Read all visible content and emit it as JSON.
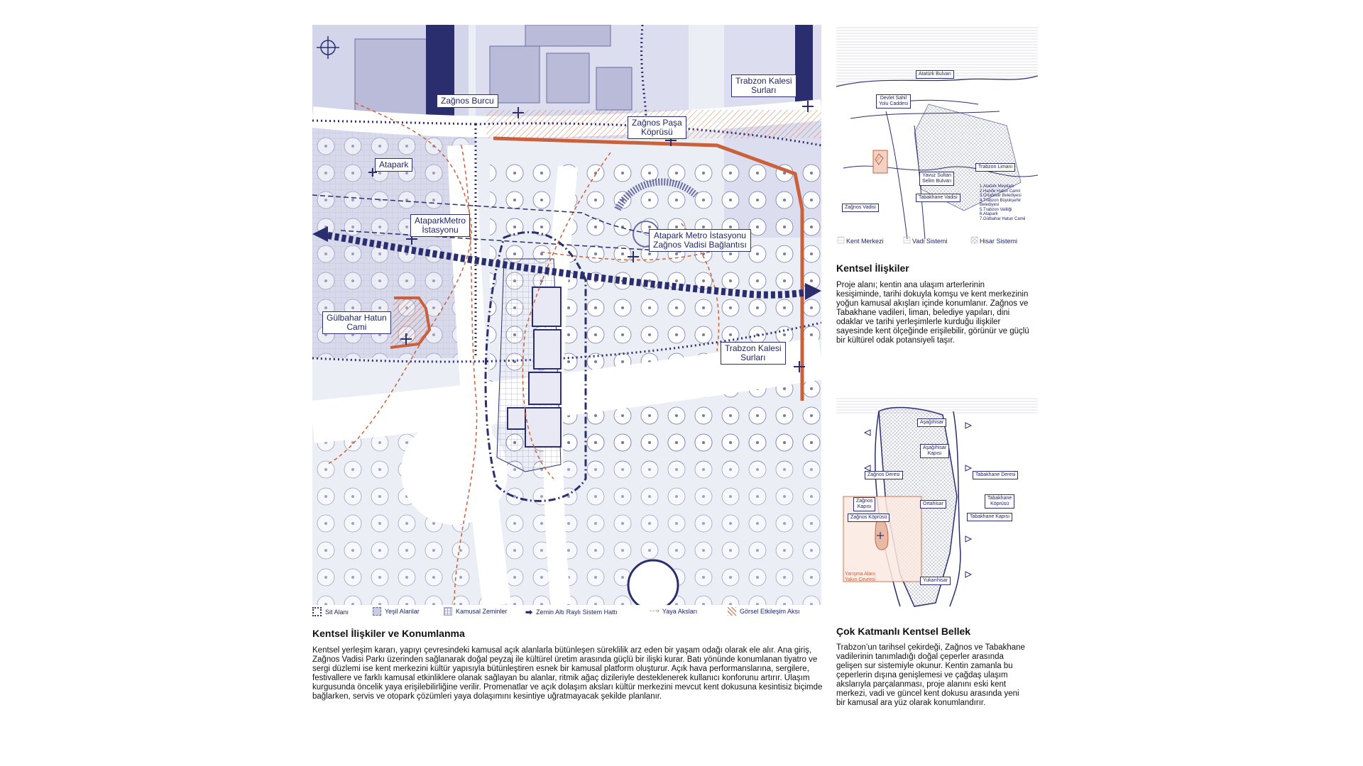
{
  "main_map": {
    "labels": {
      "zagnos_burcu": "Zağnos Burcu",
      "trabzon_kalesi_surlari_top": "Trabzon Kalesi\nSurları",
      "zagnos_pasa_koprusu": "Zağnos Paşa\nKöprüsü",
      "atapark": "Atapark",
      "atapark_metro": "AtaparkMetro\nİstasyonu",
      "metro_link": "Atapark Metro İstasyonu\nZağnos Vadisi Bağlantısı",
      "gulbahar": "Gülbahar Hatun\nCami",
      "trabzon_kalesi_surlari_right": "Trabzon Kalesi\nSurları"
    }
  },
  "legend": {
    "items": [
      {
        "label": "Sit Alanı",
        "icon": "dotted-square-icon"
      },
      {
        "label": "Yeşil Alanlar",
        "icon": "green-area-icon"
      },
      {
        "label": "Kamusal Zeminler",
        "icon": "grid-square-icon"
      },
      {
        "label": "Zemin Altı Raylı Sistem Hattı",
        "icon": "rail-arrow-icon"
      },
      {
        "label": "Yaya Aksları",
        "icon": "pedestrian-arrow-icon"
      },
      {
        "label": "Görsel Etkileşim Aksı",
        "icon": "hatch-square-icon"
      }
    ]
  },
  "left_text": {
    "heading": "Kentsel İlişkiler ve Konumlanma",
    "body": "Kentsel yerleşim kararı, yapıyı çevresindeki kamusal açık alanlarla bütünleşen süreklilik arz eden bir yaşam odağı olarak ele alır. Ana giriş, Zağnos Vadisi Parkı üzerinden sağlanarak doğal peyzaj ile kültürel üretim arasında güçlü bir ilişki kurar. Batı yönünde konumlanan tiyatro ve sergi düzlemi ise kent merkezini kültür yapısıyla bütünleştiren esnek bir kamusal platform oluşturur. Açık hava performanslarına, sergilere, festivallere ve farklı kamusal etkinliklere olanak sağlayan bu alanlar, ritmik ağaç dizileriyle desteklenerek kullanıcı konforunu artırır. Ulaşım kurgusunda öncelik yaya erişilebilirliğine verilir. Promenatlar ve açık dolaşım aksları kültür merkezini mevcut kent dokusuna kesintisiz biçimde bağlarken, servis ve otopark çözümleri yaya dolaşımını kesintiye uğratmayacak şekilde planlanır."
  },
  "top_right_map": {
    "labels": {
      "ataturk": "Atatürk Bulvarı",
      "devlet_sahil": "Devlet Sahil\nYolu Caddesi",
      "limani": "Trabzon Limanı",
      "yavuz": "Yavuz Sultan\nSelim Bulvarı",
      "tabakhane_vadisi": "Tabakhane Vadisi",
      "zagnos_vadisi": "Zağnos Vadisi"
    },
    "list": [
      "1.Atatürk Meydanı",
      "2.Hanife Hatun Camii",
      "3.Ortahisar Belediyesi",
      "4.Trabzon Büyükşehir",
      "Belediyesi",
      "5.Trabzon Valiliği",
      "6.Atapark",
      "7.Gülbahar Hatun Camii"
    ],
    "legend": [
      "Kent Merkezi",
      "Vadi Sistemi",
      "Hisar Sistemi"
    ]
  },
  "right_text_1": {
    "heading": "Kentsel İlişkiler",
    "body": "Proje alanı; kentin ana ulaşım arterlerinin kesişiminde, tarihi dokuyla komşu ve kent merkezinin yoğun kamusal akışları içinde konumlanır. Zağnos ve Tabakhane vadileri, liman, belediye yapıları, dini odaklar ve tarihi yerleşimlerle kurduğu ilişkiler sayesinde kent ölçeğinde erişilebilir, görünür ve güçlü bir kültürel odak potansiyeli taşır."
  },
  "bottom_right_map": {
    "labels": {
      "asagihisar": "Aşağıhisar",
      "asagihisar_kapisi": "Aşağıhisar\nKapısı",
      "zagnos_deresi": "Zağnos Deresi",
      "tabakhane_deresi": "Tabakhane Deresi",
      "zagnos_kapisi": "Zağnos\nKapısı",
      "ortahisar": "Ortahisar",
      "tabakhane_koprusu": "Tabakhane\nKöprüsü",
      "zagnos_koprusu": "Zağnos Köprüsü",
      "tabakhane_kapisi": "Tabakhane Kapısı",
      "yarisma": "Yarışma Alanı\nYakın Çevresi",
      "yukarihisar": "Yukarıhisar"
    }
  },
  "right_text_2": {
    "heading": "Çok Katmanlı Kentsel Bellek",
    "body": "Trabzon’un tarihsel çekirdeği, Zağnos ve Tabakhane vadilerinin tanımladığı doğal çeperler arasında gelişen sur sistemiyle okunur. Kentin zamanla bu çeperlerin dışına genişlemesi ve çağdaş ulaşım akslarıyla parçalanması, proje alanını eski kent merkezi, vadi ve güncel kent dokusu arasında yeni bir kamusal ara yüz olarak konumlandırır."
  }
}
